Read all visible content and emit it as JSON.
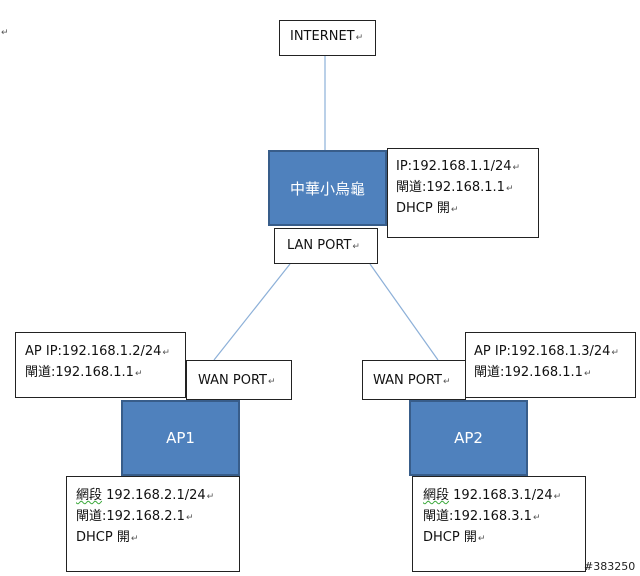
{
  "nodes": {
    "internet": {
      "label": "INTERNET"
    },
    "main_router": {
      "label": "中華小烏龜"
    },
    "lan_port": {
      "label": "LAN PORT"
    },
    "ap1": {
      "label": "AP1"
    },
    "ap2": {
      "label": "AP2"
    },
    "ap1_wan": {
      "label": "WAN PORT"
    },
    "ap2_wan": {
      "label": "WAN PORT"
    }
  },
  "info": {
    "main": {
      "ip": "IP:192.168.1.1/24",
      "gateway": "閘道:192.168.1.1",
      "dhcp": "DHCP 開"
    },
    "ap1_wan": {
      "ip": "AP IP:192.168.1.2/24",
      "gateway": "閘道:192.168.1.1"
    },
    "ap2_wan": {
      "ip": "AP IP:192.168.1.3/24",
      "gateway": "閘道:192.168.1.1"
    },
    "ap1_lan": {
      "segment_prefix": "網段",
      "segment_value": " 192.168.2.1/24",
      "gateway": "閘道:192.168.2.1",
      "dhcp": "DHCP 開"
    },
    "ap2_lan": {
      "segment_prefix": "網段",
      "segment_value": " 192.168.3.1/24",
      "gateway": "閘道:192.168.3.1",
      "dhcp": "DHCP 開"
    }
  },
  "paragraph_mark": "↵",
  "watermark": "#383250",
  "colors": {
    "router_fill": "#4f81bd",
    "router_border": "#385d8a",
    "link_line": "#8db0d8"
  }
}
